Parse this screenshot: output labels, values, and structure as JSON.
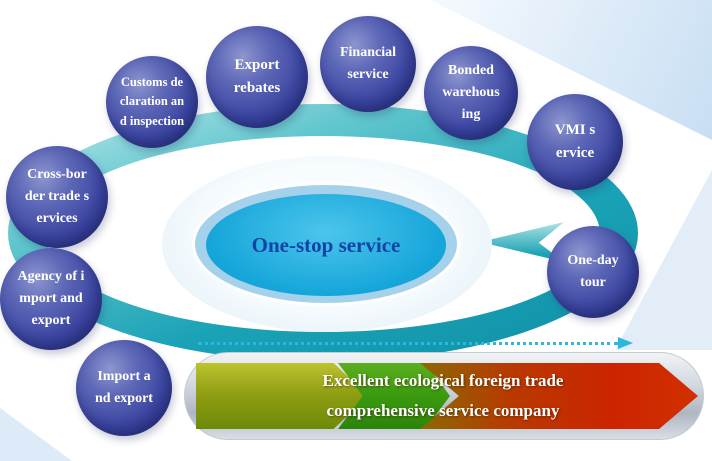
{
  "center": {
    "label": "One-stop service"
  },
  "bubbles": [
    {
      "name": "customs-declaration-inspection",
      "lines": [
        "Customs de",
        "claration an",
        "d inspection"
      ]
    },
    {
      "name": "export-rebates",
      "lines": [
        "Export",
        "rebates"
      ]
    },
    {
      "name": "financial-service",
      "lines": [
        "Financial",
        "service"
      ]
    },
    {
      "name": "bonded-warehousing",
      "lines": [
        "Bonded",
        "warehous",
        "ing"
      ]
    },
    {
      "name": "vmi-service",
      "lines": [
        "VMI s",
        "ervice"
      ]
    },
    {
      "name": "one-day-tour",
      "lines": [
        "One-day",
        "tour"
      ]
    },
    {
      "name": "cross-border-trade-services",
      "lines": [
        "Cross-bor",
        "der trade s",
        "ervices"
      ]
    },
    {
      "name": "agency-of-import-and-export",
      "lines": [
        "Agency of i",
        "mport and",
        "export"
      ]
    },
    {
      "name": "import-and-export",
      "lines": [
        "Import a",
        "nd export"
      ]
    }
  ],
  "banner": {
    "line1": "Excellent ecological foreign trade",
    "line2": "comprehensive service company"
  },
  "colors": {
    "bubble_blue": "#3d47a2",
    "ring_teal": "#1aa2b6",
    "center_cyan": "#17a6da",
    "center_text_blue": "#1244a6",
    "dotted_cyan": "#2cb8dc",
    "banner_olive": "#8f9d12",
    "banner_green": "#3a9a0f",
    "banner_red": "#cc2400"
  }
}
